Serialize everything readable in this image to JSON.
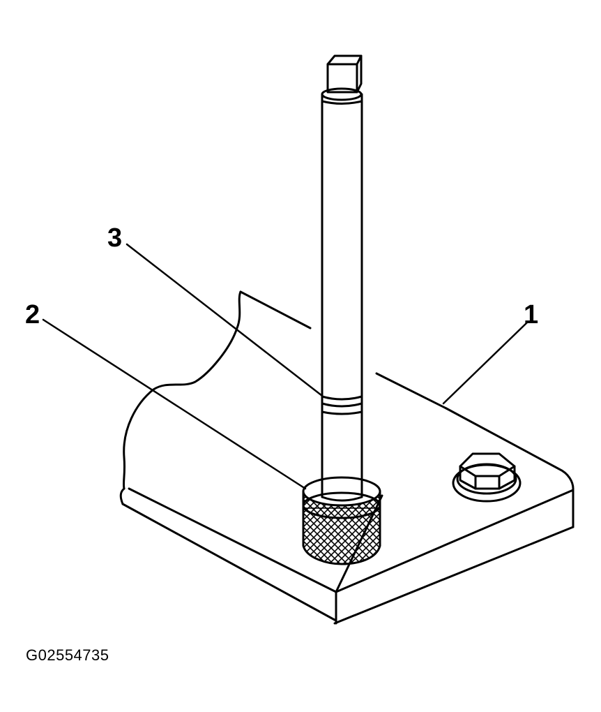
{
  "diagram": {
    "callouts": [
      {
        "id": "1",
        "label": "1"
      },
      {
        "id": "2",
        "label": "2"
      },
      {
        "id": "3",
        "label": "3"
      }
    ],
    "figure_id": "G02554735",
    "colors": {
      "line": "#000000",
      "background": "#ffffff"
    },
    "parts": [
      {
        "name": "base-plate",
        "callout": "1"
      },
      {
        "name": "knurled-collar",
        "callout": "2"
      },
      {
        "name": "groove-mark",
        "callout": "3"
      },
      {
        "name": "bolt",
        "callout": ""
      }
    ]
  }
}
